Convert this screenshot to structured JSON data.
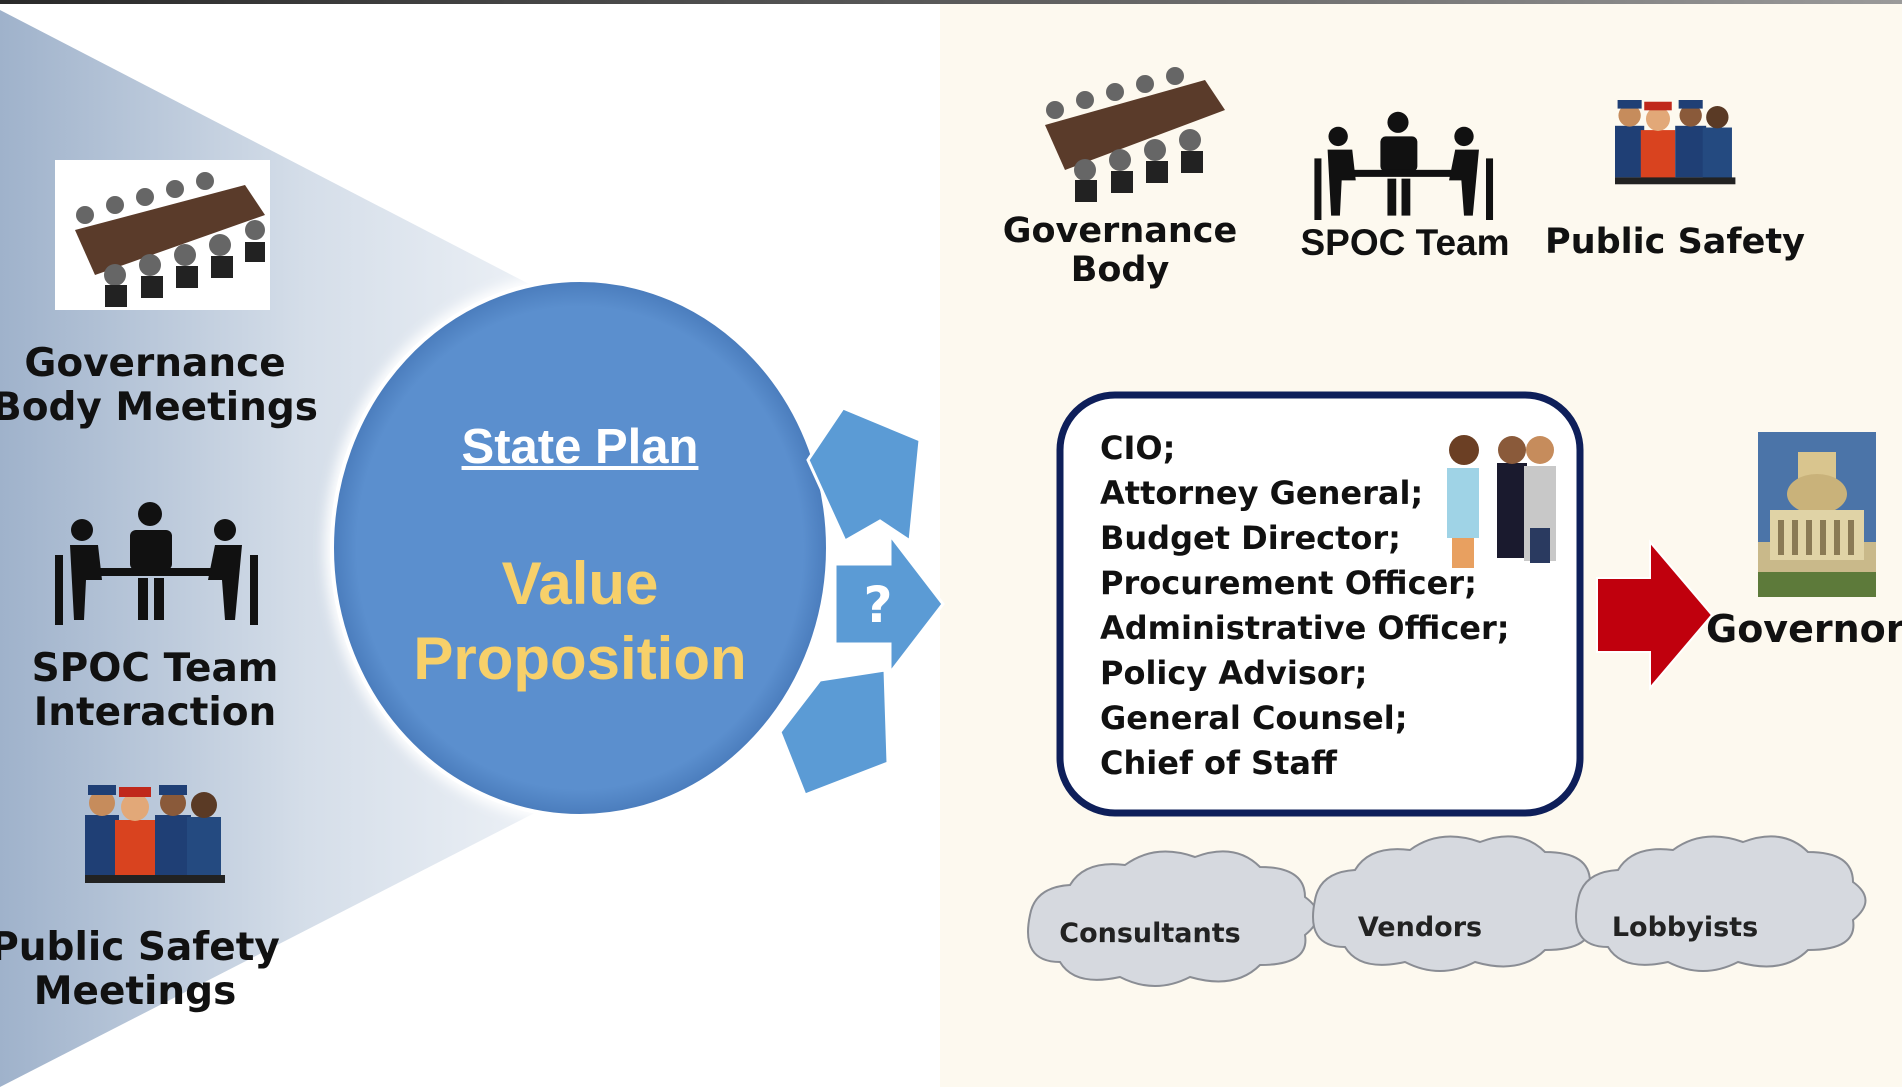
{
  "left_panel": {
    "governance_label": "Governance Body Meetings",
    "spoc_label": "SPOC Team Interaction",
    "public_safety_label": "Public Safety Meetings"
  },
  "circle": {
    "heading": "State Plan",
    "title_line1": "Value",
    "title_line2": "Proposition"
  },
  "arrows": {
    "question_mark": "?"
  },
  "right_panel": {
    "governance_label": "Governance Body",
    "spoc_label": "SPOC Team",
    "public_safety_label": "Public Safety"
  },
  "roles": [
    "CIO;",
    "Attorney General;",
    "Budget Director;",
    "Procurement Officer;",
    "Administrative Officer;",
    "Policy Advisor;",
    "General Counsel;",
    "Chief of Staff"
  ],
  "governor_label": "Governor",
  "clouds": [
    "Consultants",
    "Vendors",
    "Lobbyists"
  ],
  "colors": {
    "circle_fill": "#5b8fce",
    "circle_text": "#f7d06a",
    "right_bg": "#fdf9ef",
    "box_border": "#0e1f5a",
    "arrow_blue": "#5b9bd5",
    "arrow_red": "#c0000d",
    "cloud_fill": "#d6d9df"
  },
  "icons": [
    "conference-table-icon",
    "team-meeting-icon",
    "public-safety-people-icon",
    "business-people-icon",
    "capitol-dome-icon"
  ]
}
